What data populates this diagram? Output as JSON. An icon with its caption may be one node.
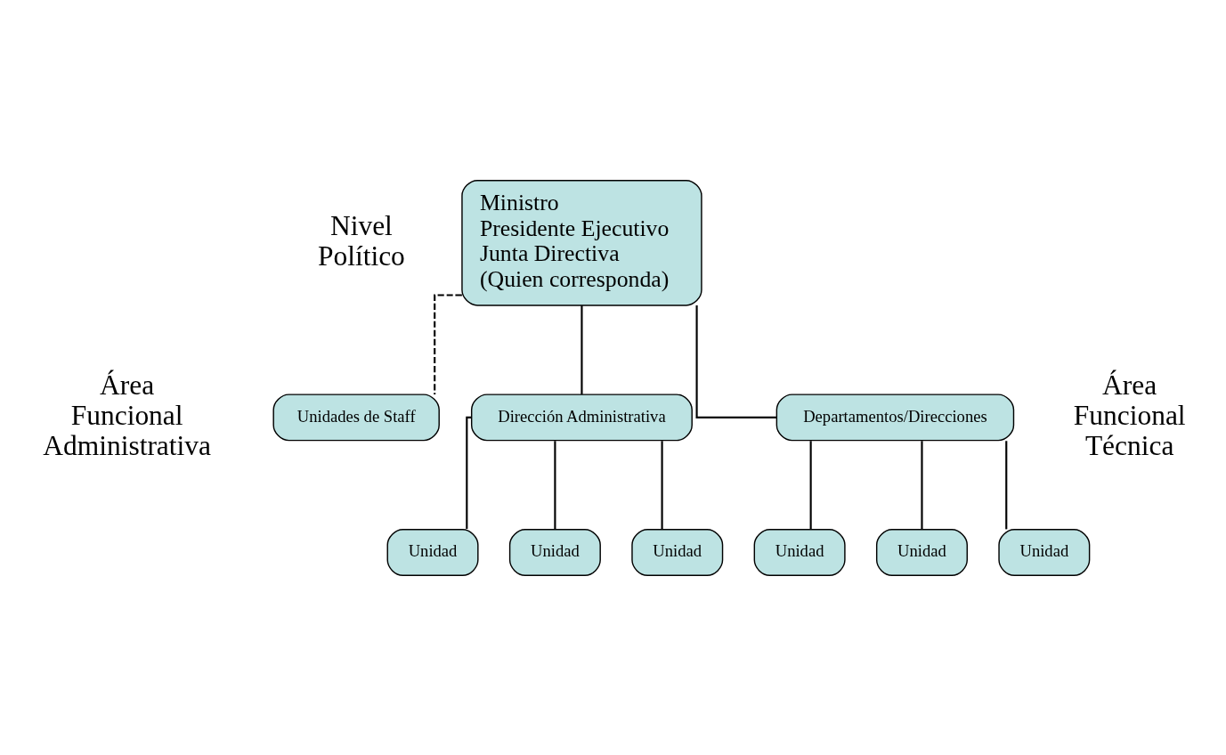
{
  "diagram": {
    "nodes": [
      {
        "text": [
          "Ministro",
          "Presidente Ejecutivo",
          "Junta Directiva",
          "(Quien corresponda)"
        ]
      },
      {
        "text": [
          "Unidades de Staff"
        ]
      },
      {
        "text": [
          "Dirección Administrativa"
        ]
      },
      {
        "text": [
          "Departamentos/Direcciones"
        ]
      },
      {
        "text": [
          "Unidad"
        ]
      },
      {
        "text": [
          "Unidad"
        ]
      },
      {
        "text": [
          "Unidad"
        ]
      },
      {
        "text": [
          "Unidad"
        ]
      },
      {
        "text": [
          "Unidad"
        ]
      },
      {
        "text": [
          "Unidad"
        ]
      }
    ],
    "edges": [
      {
        "from": 0,
        "to": 1,
        "arrow": "none",
        "style": "dashed"
      },
      {
        "from": 0,
        "to": 2,
        "arrow": "none"
      },
      {
        "from": 0,
        "to": 3,
        "arrow": "none"
      },
      {
        "from": 2,
        "to": 4,
        "arrow": "none"
      },
      {
        "from": 2,
        "to": 5,
        "arrow": "none"
      },
      {
        "from": 2,
        "to": 6,
        "arrow": "none"
      },
      {
        "from": 3,
        "to": 7,
        "arrow": "none"
      },
      {
        "from": 3,
        "to": 8,
        "arrow": "none"
      },
      {
        "from": 3,
        "to": 9,
        "arrow": "none"
      }
    ],
    "labels": [
      "Nivel Político",
      "Área Funcional Administrativa",
      "Área Funcional Técnica"
    ]
  }
}
